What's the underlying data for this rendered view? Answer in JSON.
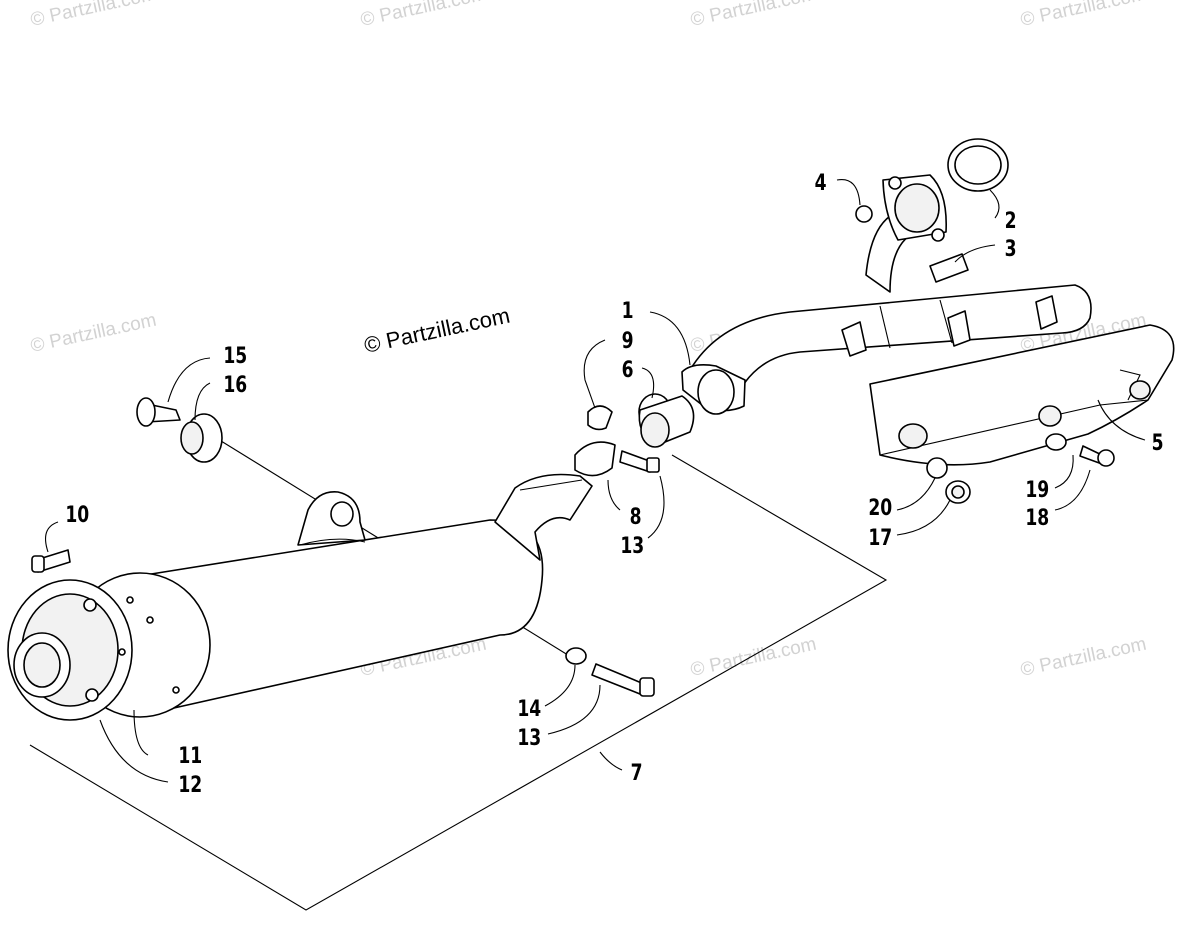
{
  "copyright": "© Partzilla.com",
  "watermark_text": "© Partzilla.com",
  "callouts": [
    {
      "id": "1",
      "text": "1"
    },
    {
      "id": "2",
      "text": "2"
    },
    {
      "id": "3",
      "text": "3"
    },
    {
      "id": "4",
      "text": "4"
    },
    {
      "id": "5",
      "text": "5"
    },
    {
      "id": "6",
      "text": "6"
    },
    {
      "id": "7",
      "text": "7"
    },
    {
      "id": "8",
      "text": "8"
    },
    {
      "id": "9",
      "text": "9"
    },
    {
      "id": "10",
      "text": "10"
    },
    {
      "id": "11",
      "text": "11"
    },
    {
      "id": "12",
      "text": "12"
    },
    {
      "id": "13a",
      "text": "13"
    },
    {
      "id": "13b",
      "text": "13"
    },
    {
      "id": "14",
      "text": "14"
    },
    {
      "id": "15",
      "text": "15"
    },
    {
      "id": "16",
      "text": "16"
    },
    {
      "id": "17",
      "text": "17"
    },
    {
      "id": "18",
      "text": "18"
    },
    {
      "id": "19",
      "text": "19"
    },
    {
      "id": "20",
      "text": "20"
    }
  ],
  "colors": {
    "line": "#000000",
    "background": "#ffffff",
    "watermark": "#d2d2d2"
  }
}
